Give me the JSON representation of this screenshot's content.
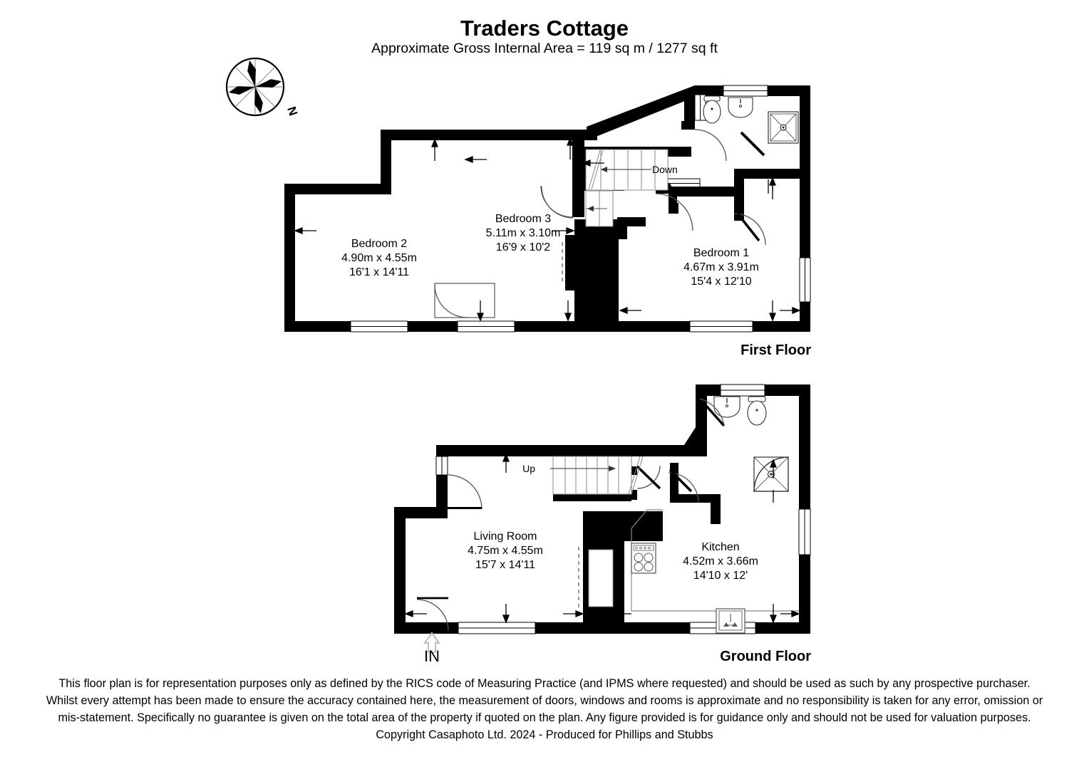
{
  "header": {
    "title": "Traders Cottage",
    "subtitle": "Approximate Gross Internal Area = 119 sq m / 1277 sq ft"
  },
  "compass": {
    "label": "N",
    "icon": "compass-rose-icon"
  },
  "floors": [
    {
      "id": "first-floor",
      "label": "First Floor",
      "rooms": [
        {
          "name": "Bedroom 2",
          "metric": "4.90m x 4.55m",
          "imperial": "16'1 x 14'11"
        },
        {
          "name": "Bedroom 3",
          "metric": "5.11m x 3.10m",
          "imperial": "16'9 x 10'2"
        },
        {
          "name": "Bedroom 1",
          "metric": "4.67m x 3.91m",
          "imperial": "15'4 x 12'10"
        }
      ],
      "stair_label": "Down",
      "fixtures": [
        "toilet",
        "wash-basin",
        "square-shower"
      ]
    },
    {
      "id": "ground-floor",
      "label": "Ground Floor",
      "rooms": [
        {
          "name": "Living Room",
          "metric": "4.75m x 4.55m",
          "imperial": "15'7 x 14'11"
        },
        {
          "name": "Kitchen",
          "metric": "4.52m x 3.66m",
          "imperial": "14'10 x 12'"
        }
      ],
      "stair_label": "Up",
      "entrance_label": "IN",
      "fixtures": [
        "wash-basin",
        "toilet",
        "quadrant-shower",
        "cooker-hob",
        "kitchen-sink",
        "fireplace"
      ]
    }
  ],
  "footer": {
    "disclaimer": "This floor plan is for representation purposes only as defined by the RICS code of Measuring Practice (and IPMS where requested) and should be used as such by any prospective purchaser. Whilst every attempt has been made to ensure the accuracy contained here, the measurement of doors, windows and rooms is approximate and no responsibility is taken for any error, omission or mis-statement. Specifically no guarantee is given on the total area of the property if quoted on the plan. Any figure provided is for guidance only and should not be used for valuation purposes.",
    "copyright": "Copyright Casaphoto Ltd. 2024 - Produced for Phillips and Stubbs"
  },
  "colors": {
    "wall": "#000000",
    "background": "#ffffff",
    "fixture_line": "#999999",
    "entrance_arrow": "#bbbbbb"
  }
}
